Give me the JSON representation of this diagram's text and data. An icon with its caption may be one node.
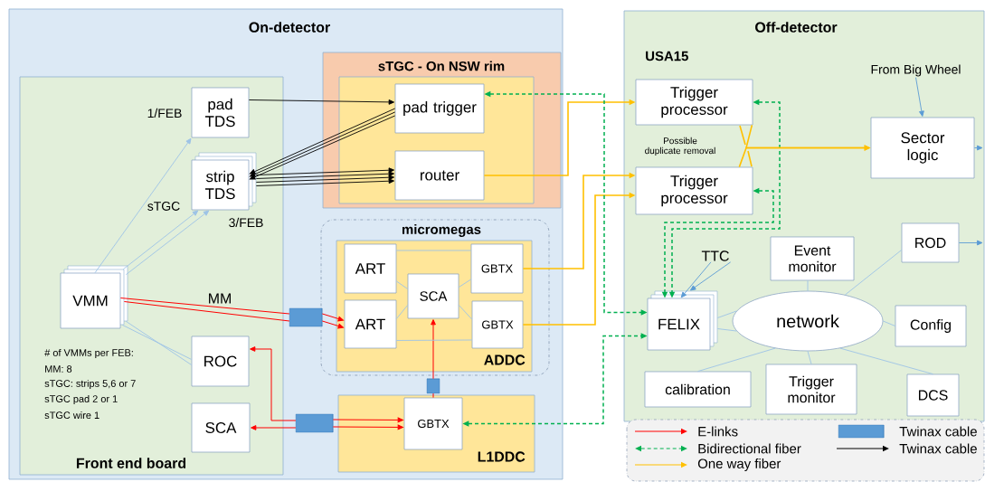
{
  "diagram": {
    "nodes": [
      {
        "text": [
          "On-detector"
        ]
      },
      {
        "text": [
          "Front end board"
        ],
        "in": 0
      },
      {
        "text": [
          "pad TDS"
        ],
        "beside": [
          "1/FEB"
        ],
        "in": 1
      },
      {
        "text": [
          "strip TDS"
        ],
        "beside": [
          "3/FEB"
        ],
        "in": 1
      },
      {
        "text": [
          "VMM"
        ],
        "in": 1
      },
      {
        "text": [
          "ROC"
        ],
        "in": 1
      },
      {
        "text": [
          "SCA"
        ],
        "in": 1
      },
      {
        "text": [
          "sTGC - On NSW rim"
        ],
        "in": 0
      },
      {
        "text": [],
        "shape": "box",
        "in": 7
      },
      {
        "text": [
          "pad trigger"
        ],
        "in": 8
      },
      {
        "text": [
          "router"
        ],
        "in": 8
      },
      {
        "text": [
          "micromegas"
        ],
        "in": 0
      },
      {
        "text": [
          "ADDC"
        ],
        "in": 11
      },
      {
        "text": [
          "ART"
        ],
        "in": 12
      },
      {
        "text": [
          "ART"
        ],
        "in": 12
      },
      {
        "text": [
          "SCA"
        ],
        "in": 12
      },
      {
        "text": [
          "GBTX"
        ],
        "in": 12
      },
      {
        "text": [
          "GBTX"
        ],
        "in": 12
      },
      {
        "text": [
          "L1DDC"
        ],
        "in": 0
      },
      {
        "text": [
          "GBTX"
        ],
        "in": 18
      },
      {
        "text": [
          "Off-detector"
        ]
      },
      {
        "text": [
          "Trigger processor"
        ],
        "in": 20
      },
      {
        "text": [
          "Trigger processor"
        ],
        "in": 20
      },
      {
        "text": [
          "Sector logic"
        ],
        "in": 20
      },
      {
        "text": [
          "FELIX"
        ],
        "in": 20
      },
      {
        "text": [
          "network"
        ],
        "in": 20
      },
      {
        "text": [
          "Event monitor"
        ],
        "in": 20
      },
      {
        "text": [
          "ROD"
        ],
        "in": 20
      },
      {
        "text": [
          "Config"
        ],
        "in": 20
      },
      {
        "text": [
          "calibration"
        ],
        "in": 20
      },
      {
        "text": [
          "Trigger monitor"
        ],
        "in": 20
      },
      {
        "text": [
          "DCS"
        ],
        "in": 20
      },
      {
        "text": [
          "From Big Wheel"
        ],
        "in": 20
      },
      {
        "text": [
          "TTC"
        ],
        "in": 20
      },
      {
        "text": [],
        "shape": "cylinder",
        "in": 0
      },
      {
        "text": [],
        "shape": "cylinder",
        "in": 0
      },
      {
        "text": [],
        "shape": "cylinder",
        "in": 0
      }
    ],
    "edges": [
      {
        "from": 4,
        "to": 2,
        "arrow": "to"
      },
      {
        "from": 4,
        "to": 3,
        "arrow": "to"
      },
      {
        "from": 4,
        "to": 3,
        "arrow": "to"
      },
      {
        "from": 4,
        "to": 5,
        "arrow": "none"
      },
      {
        "from": 4,
        "to": 5,
        "arrow": "none"
      },
      {
        "from": 2,
        "to": 9,
        "arrow": "to",
        "color": "#000000"
      },
      {
        "from": 9,
        "to": 3,
        "arrow": "to",
        "color": "#000000"
      },
      {
        "from": 9,
        "to": 3,
        "arrow": "to",
        "color": "#000000"
      },
      {
        "from": 9,
        "to": 3,
        "arrow": "to",
        "color": "#000000"
      },
      {
        "from": 3,
        "to": 10,
        "arrow": "to",
        "color": "#000000"
      },
      {
        "from": 3,
        "to": 10,
        "arrow": "to",
        "color": "#000000"
      },
      {
        "from": 3,
        "to": 10,
        "arrow": "to",
        "color": "#000000"
      },
      {
        "from": 3,
        "to": 10,
        "arrow": "to",
        "color": "#000000"
      },
      {
        "from": 4,
        "to": 34,
        "arrow": "none",
        "color": "#ff0000"
      },
      {
        "from": 4,
        "to": 34,
        "arrow": "none",
        "color": "#ff0000"
      },
      {
        "from": 34,
        "to": 14,
        "arrow": "to",
        "color": "#ff0000"
      },
      {
        "from": 34,
        "to": 14,
        "arrow": "to",
        "color": "#ff0000"
      },
      {
        "from": 35,
        "to": 5,
        "arrow": "to",
        "color": "#ff0000"
      },
      {
        "from": 35,
        "to": 6,
        "arrow": "to",
        "color": "#ff0000"
      },
      {
        "from": 35,
        "to": 19,
        "arrow": "to",
        "color": "#ff0000"
      },
      {
        "from": 35,
        "to": 19,
        "arrow": "to",
        "color": "#ff0000"
      },
      {
        "from": 19,
        "to": 36,
        "arrow": "none",
        "color": "#ff0000"
      },
      {
        "from": 36,
        "to": 15,
        "arrow": "to",
        "color": "#ff0000"
      },
      {
        "from": 13,
        "to": 16,
        "arrow": "none"
      },
      {
        "from": 13,
        "to": 15,
        "arrow": "none"
      },
      {
        "from": 14,
        "to": 15,
        "arrow": "none"
      },
      {
        "from": 14,
        "to": 17,
        "arrow": "none"
      },
      {
        "from": 15,
        "to": 16,
        "arrow": "none"
      },
      {
        "from": 15,
        "to": 17,
        "arrow": "none"
      },
      {
        "from": 10,
        "to": 21,
        "arrow": "to",
        "color": "#ffc000"
      },
      {
        "from": 16,
        "to": 22,
        "arrow": "to",
        "color": "#ffc000"
      },
      {
        "from": 17,
        "to": 22,
        "arrow": "to",
        "color": "#ffc000"
      },
      {
        "from": 9,
        "to": 24,
        "arrow": "both",
        "style": "dashed",
        "color": "#00b050"
      },
      {
        "from": 19,
        "to": 24,
        "arrow": "both",
        "style": "dashed",
        "color": "#00b050"
      },
      {
        "from": 21,
        "to": 24,
        "arrow": "both",
        "style": "dashed",
        "color": "#00b050"
      },
      {
        "from": 22,
        "to": 24,
        "arrow": "both",
        "style": "dashed",
        "color": "#00b050"
      },
      {
        "from": 21,
        "to": 23,
        "arrow": "to",
        "color": "#ffc000"
      },
      {
        "from": 22,
        "to": 23,
        "arrow": "to",
        "color": "#ffc000"
      },
      {
        "from": 32,
        "to": 23,
        "arrow": "to",
        "color": "#5b9bd5"
      },
      {
        "from": 23,
        "to": null,
        "arrow": "to",
        "color": "#5b9bd5"
      },
      {
        "from": 27,
        "to": null,
        "arrow": "to",
        "color": "#5b9bd5"
      },
      {
        "from": 33,
        "to": 24,
        "arrow": "to",
        "color": "#5b9bd5"
      },
      {
        "from": 33,
        "to": 24,
        "arrow": "to",
        "color": "#5b9bd5"
      },
      {
        "from": 24,
        "to": 25,
        "arrow": "none"
      },
      {
        "from": 24,
        "to": 25,
        "arrow": "none"
      },
      {
        "from": 25,
        "to": 26,
        "arrow": "none"
      },
      {
        "from": 25,
        "to": 27,
        "arrow": "none"
      },
      {
        "from": 25,
        "to": 28,
        "arrow": "none"
      },
      {
        "from": 25,
        "to": 29,
        "arrow": "none"
      },
      {
        "from": 25,
        "to": 30,
        "arrow": "none"
      },
      {
        "from": 25,
        "to": 31,
        "arrow": "none"
      }
    ],
    "labels": [
      "sTGC",
      "MM",
      "# of VMMs per FEB:",
      "MM: 8",
      "sTGC: strips 5,6 or 7",
      "sTGC pad 2 or 1",
      "sTGC wire 1",
      "USA15",
      "Possible duplicate removal"
    ],
    "legend": [
      {
        "text": "E-links"
      },
      {
        "text": "Bidirectional fiber"
      },
      {
        "text": "One way fiber"
      },
      {
        "text": "Twinax cable"
      },
      {
        "text": "Twinax cable"
      }
    ]
  }
}
